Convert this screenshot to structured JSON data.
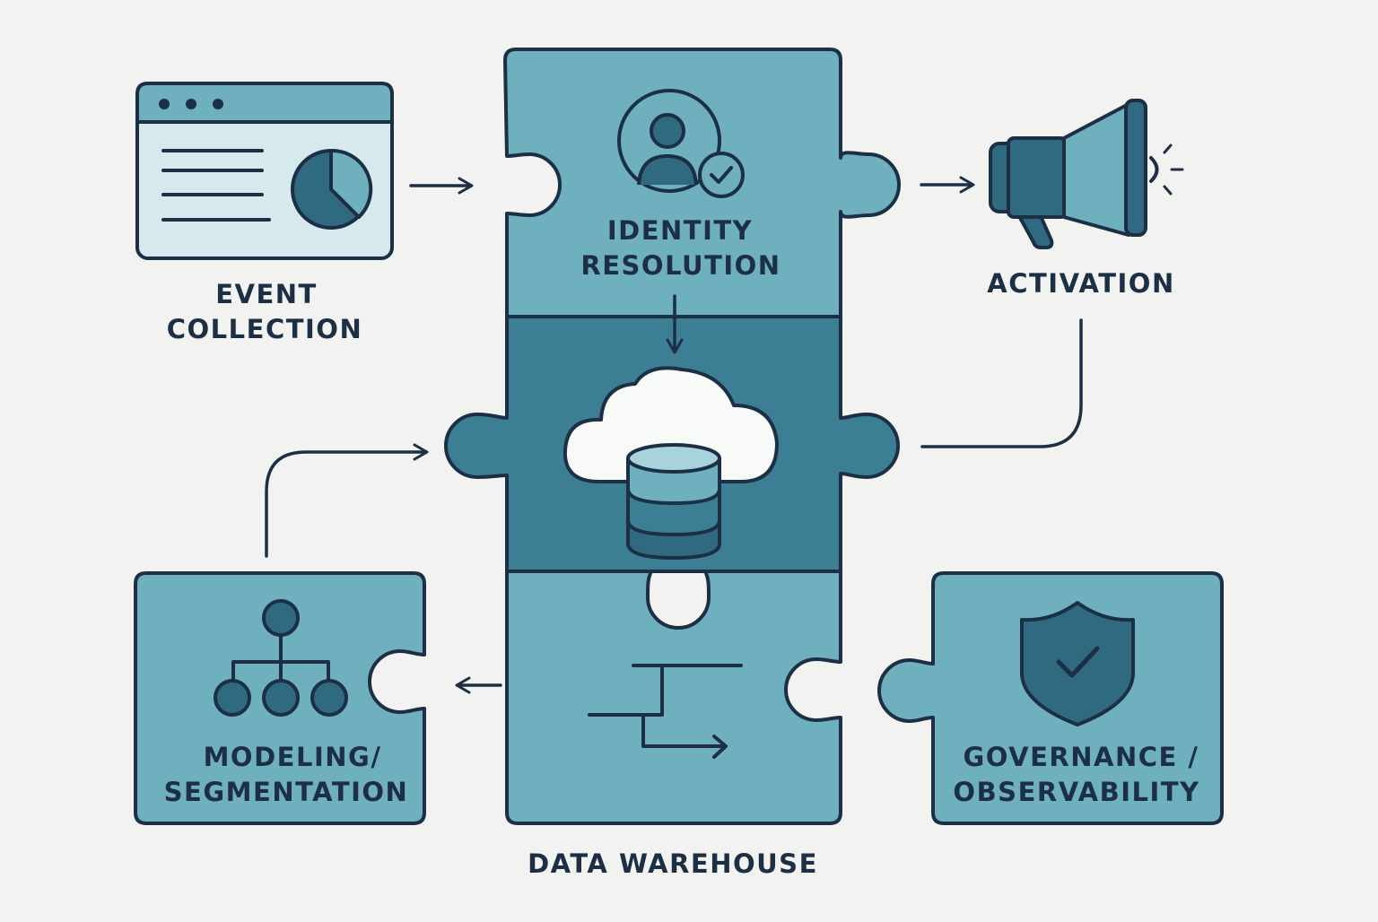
{
  "colors": {
    "background": "#f2f2f0",
    "outline": "#1c2f45",
    "piece_light": "#6fb0bf",
    "piece_dark": "#3c7e93",
    "icon_dark": "#2f6a80",
    "panel_light": "#d6eaee",
    "cloud": "#f8faf8"
  },
  "labels": {
    "event_collection": [
      "EVENT",
      "COLLECTION"
    ],
    "identity_resolution": [
      "IDENTITY",
      "RESOLUTION"
    ],
    "activation": [
      "ACTIVATION"
    ],
    "modeling_segmentation": [
      "MODELING/",
      "SEGMENTATION"
    ],
    "governance_observability": [
      "GOVERNANCE /",
      "OBSERVABILITY"
    ],
    "data_warehouse": [
      "DATA WAREHOUSE"
    ]
  },
  "icons": {
    "event_collection": "browser-window-pie-chart-icon",
    "identity_resolution": "user-check-icon",
    "activation": "megaphone-icon",
    "warehouse": "cloud-database-icon",
    "modeling": "hierarchy-icon",
    "transform": "flow-arrow-icon",
    "governance": "shield-check-icon"
  }
}
